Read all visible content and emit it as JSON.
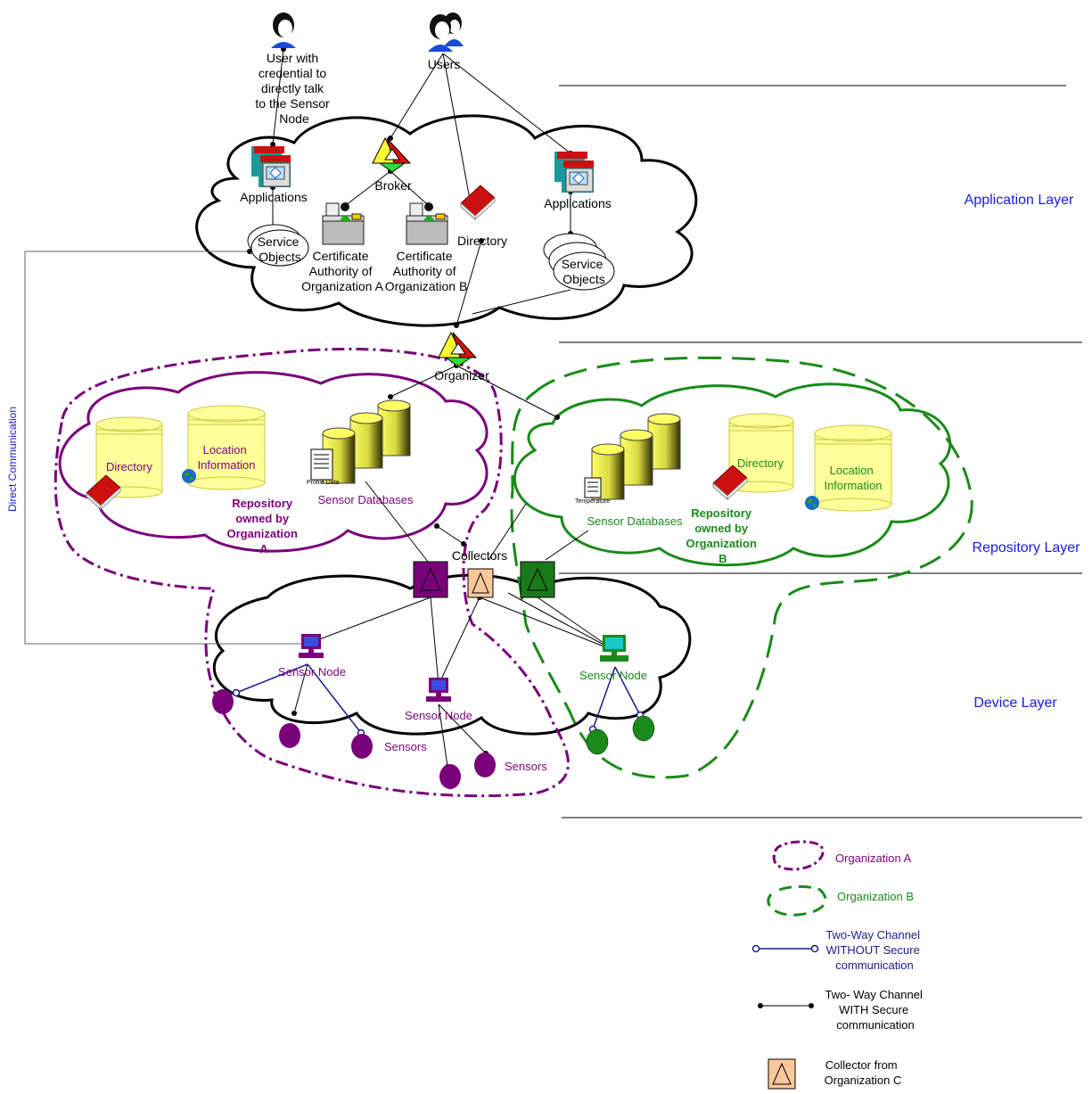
{
  "layers": {
    "application": "Application Layer",
    "repository": "Repository Layer",
    "device": "Device Layer"
  },
  "direct_communication": "Direct Communication",
  "users": {
    "credential_user": [
      "User with",
      "credential to",
      "directly talk",
      "to the Sensor",
      "Node"
    ],
    "users_label": "Users"
  },
  "application_layer": {
    "applications_left": "Applications",
    "applications_right": "Applications",
    "broker": "Broker",
    "directory": "Directory",
    "service_objects_left": [
      "Service",
      "Objects"
    ],
    "service_objects_right": [
      "Service",
      "Objects"
    ],
    "ca_a": [
      "Certificate",
      "Authority of",
      "Organization A"
    ],
    "ca_b": [
      "Certificate",
      "Authority of",
      "Organization B"
    ]
  },
  "organizer": "Organizer",
  "repository_a": {
    "directory": "Directory",
    "location": [
      "Location",
      "Information"
    ],
    "profile_data": "Profile Data",
    "sensor_databases": "Sensor Databases",
    "owner": [
      "Repository",
      "owned by",
      "Organization",
      "A"
    ]
  },
  "repository_b": {
    "directory": "Directory",
    "location": [
      "Location",
      "Information"
    ],
    "temperature": "Temperature",
    "sensor_databases": "Sensor Databases",
    "owner": [
      "Repository",
      "owned by",
      "Organization",
      "B"
    ]
  },
  "collectors": "Collectors",
  "device_layer": {
    "sensor_node_a1": "Sensor Node",
    "sensor_node_a2": "Sensor Node",
    "sensor_node_b": "Sensor Node",
    "sensors_1": "Sensors",
    "sensors_2": "Sensors"
  },
  "legend": {
    "org_a": "Organization A",
    "org_b": "Organization B",
    "two_way_without": [
      "Two-Way Channel",
      "WITHOUT Secure",
      "communication"
    ],
    "two_way_with": [
      "Two-  Way Channel",
      "WITH Secure",
      "communication"
    ],
    "collector_c": [
      "Collector from",
      "Organization C"
    ]
  },
  "colors": {
    "org_a": "#7a007a",
    "org_b": "#1a8a1a",
    "layer_text": "#1a1adb",
    "insecure_channel": "#1a1a8a",
    "database_yellow": "#ffff99",
    "collector_c": "#fcc89b"
  }
}
